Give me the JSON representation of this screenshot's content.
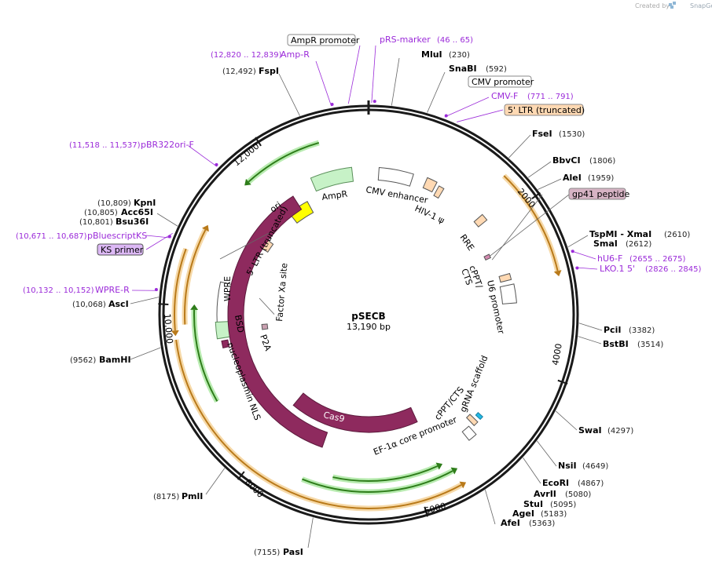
{
  "credit": {
    "created_by": "Created by",
    "brand": "SnapGene"
  },
  "plasmid": {
    "name": "pSECB",
    "length": "13,190 bp"
  },
  "ticks": [
    "2000",
    "4000",
    "6000",
    "8000",
    "10,000",
    "12,000"
  ],
  "sites": [
    {
      "name": "MluI",
      "pos": "(230)"
    },
    {
      "name": "SnaBI",
      "pos": "(592)"
    },
    {
      "name": "FseI",
      "pos": "(1530)"
    },
    {
      "name": "BbvCI",
      "pos": "(1806)"
    },
    {
      "name": "AleI",
      "pos": "(1959)"
    },
    {
      "name": "TspMI - XmaI",
      "pos": "(2610)"
    },
    {
      "name": "SmaI",
      "pos": "(2612)"
    },
    {
      "name": "PciI",
      "pos": "(3382)"
    },
    {
      "name": "BstBI",
      "pos": "(3514)"
    },
    {
      "name": "SwaI",
      "pos": "(4297)"
    },
    {
      "name": "NsiI",
      "pos": "(4649)"
    },
    {
      "name": "EcoRI",
      "pos": "(4867)"
    },
    {
      "name": "AvrII",
      "pos": "(5080)"
    },
    {
      "name": "StuI",
      "pos": "(5095)"
    },
    {
      "name": "AgeI",
      "pos": "(5183)"
    },
    {
      "name": "AfeI",
      "pos": "(5363)"
    },
    {
      "name": "PasI",
      "pos": "(7155)"
    },
    {
      "name": "PmlI",
      "pos": "(8175)"
    },
    {
      "name": "BamHI",
      "pos": "(9562)"
    },
    {
      "name": "AscI",
      "pos": "(10,068)"
    },
    {
      "name": "Bsu36I",
      "pos": "(10,801)"
    },
    {
      "name": "Acc65I",
      "pos": "(10,805)"
    },
    {
      "name": "KpnI",
      "pos": "(10,809)"
    },
    {
      "name": "FspI",
      "pos": "(12,492)"
    }
  ],
  "primers": [
    {
      "name": "pRS-marker",
      "pos": "(46 .. 65)"
    },
    {
      "name": "CMV-F",
      "pos": "(771 .. 791)"
    },
    {
      "name": "hU6-F",
      "pos": "(2655 .. 2675)"
    },
    {
      "name": "LKO.1 5'",
      "pos": "(2826 .. 2845)"
    },
    {
      "name": "WPRE-R",
      "pos": "(10,132 .. 10,152)"
    },
    {
      "name": "pBluescriptKS",
      "pos": "(10,671 .. 10,687)"
    },
    {
      "name": "pBR322ori-F",
      "pos": "(11,518 .. 11,537)"
    },
    {
      "name": "Amp-R",
      "pos": "(12,820 .. 12,839)"
    }
  ],
  "boxed_labels": {
    "ampr_promoter": "AmpR promoter",
    "cmv_promoter": "CMV promoter",
    "ltr_5_trunc": "5' LTR (truncated)",
    "gp41": "gp41 peptide",
    "ks_primer": "KS primer"
  },
  "inner_labels": {
    "ampr": "AmpR",
    "cmv_enhancer": "CMV enhancer",
    "hiv": "HIV-1 ψ",
    "rre": "RRE",
    "cppt": "cPPT/\nCTS",
    "cppt_a": "cPPT/",
    "cppt_b": "CTS",
    "u6": "U6 promoter",
    "ori": "ori",
    "ltr5": "5' LTR (truncated)",
    "wpre": "WPRE",
    "bsd": "BSD",
    "factor_xa": "Factor Xa site",
    "p2a": "P2A",
    "nls": "nucleoplasmin NLS",
    "cas9_a": "Cas9",
    "cas9_b": "Cas9",
    "ef1a": "EF-1α core promoter",
    "cppt2": "cPPT/CTS",
    "grna": "gRNA scaffold"
  },
  "colors": {
    "backbone": "#1a1a1a",
    "primer": "#9b2bd9",
    "cas9": "#8e2a5e",
    "green_feature": "#c7f2c7",
    "ori": "#ffff00",
    "ltr": "#ffd9b3",
    "orange_orf": "#f0a940",
    "gp41_bg": "#d6b3c4",
    "ks_bg": "#dcb8f5",
    "grna": "#22b9e6"
  }
}
